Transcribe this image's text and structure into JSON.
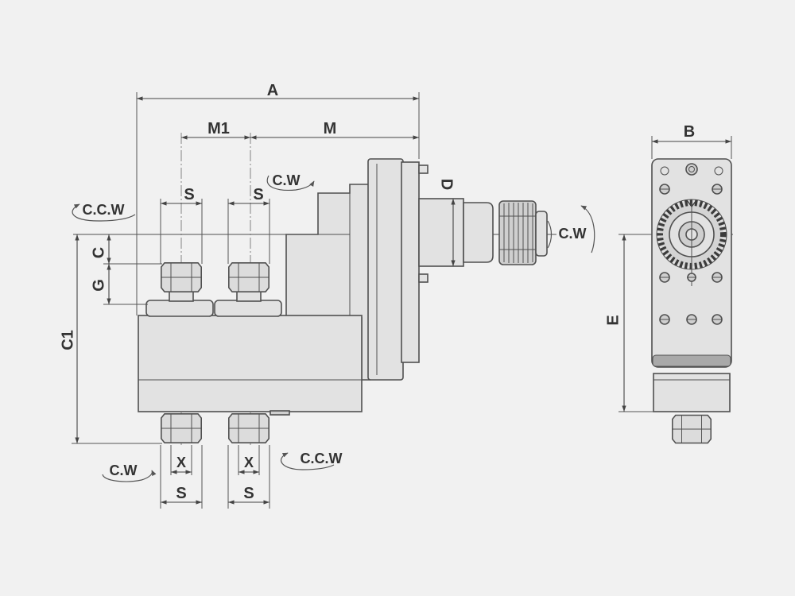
{
  "colors": {
    "background": "#f1f1f1",
    "line": "#505050",
    "fill": "#e2e2e2",
    "fill_dark": "#cfcfcf",
    "text": "#333333"
  },
  "dimensions": {
    "a": "A",
    "m1": "M1",
    "m": "M",
    "s_top_left": "S",
    "s_top_right": "S",
    "d": "D",
    "c": "C",
    "g": "G",
    "c1": "C1",
    "x_left": "X",
    "x_right": "X",
    "s_bottom_left": "S",
    "s_bottom_right": "S",
    "b": "B",
    "e": "E"
  },
  "rotations": {
    "top_ccw": "C.C.W",
    "top_cw": "C.W",
    "output_cw": "C.W",
    "bottom_cw": "C.W",
    "bottom_ccw": "C.C.W"
  }
}
